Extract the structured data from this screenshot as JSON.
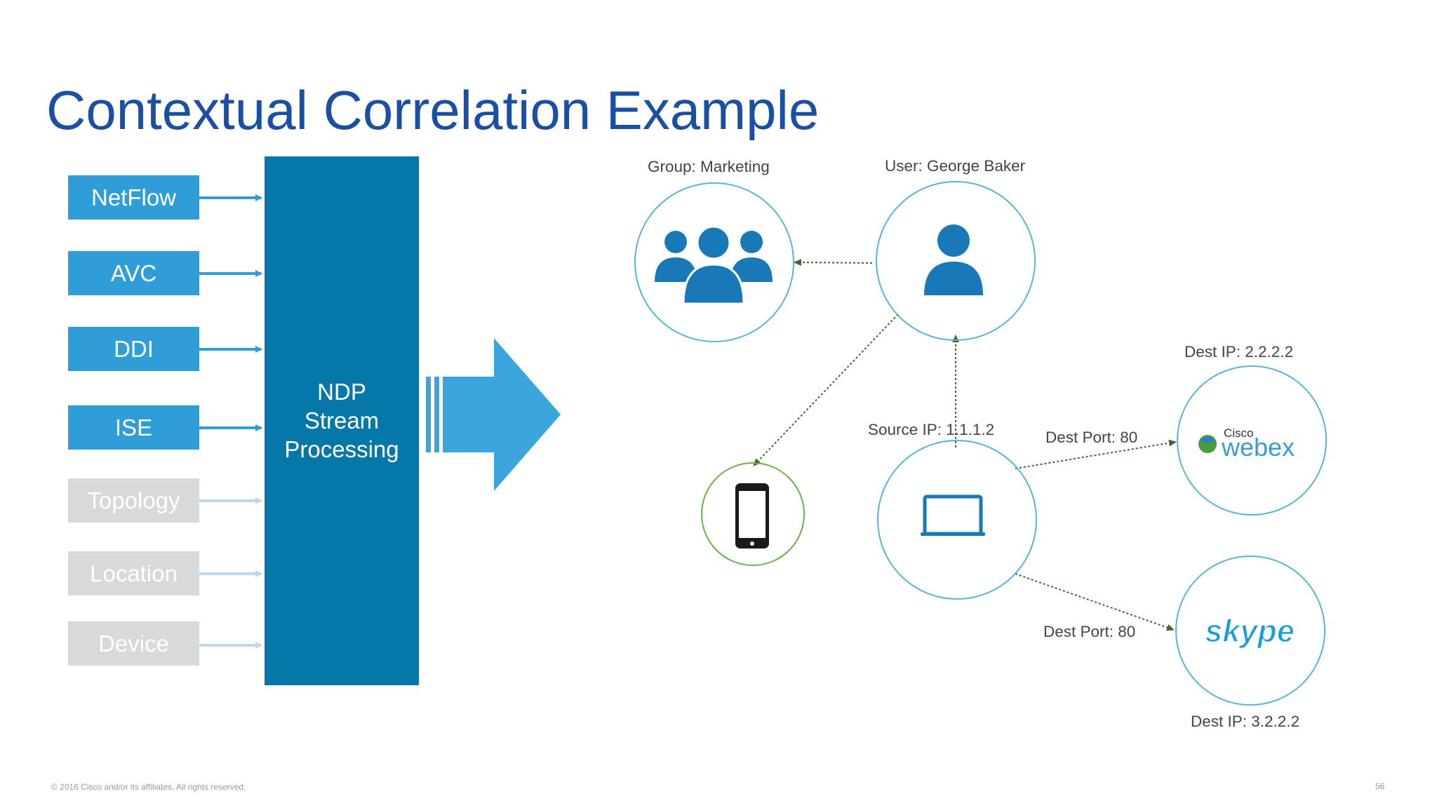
{
  "slide": {
    "title": "Contextual Correlation Example",
    "footer": "© 2016 Cisco and/or its affiliates. All rights reserved.",
    "page_number": "56"
  },
  "inputs": [
    {
      "label": "NetFlow",
      "active": true
    },
    {
      "label": "AVC",
      "active": true
    },
    {
      "label": "DDI",
      "active": true
    },
    {
      "label": "ISE",
      "active": true
    },
    {
      "label": "Topology",
      "active": false
    },
    {
      "label": "Location",
      "active": false
    },
    {
      "label": "Device",
      "active": false
    }
  ],
  "ndp": {
    "line1": "NDP",
    "line2": "Stream",
    "line3": "Processing"
  },
  "nodes": {
    "group": {
      "label": "Group: Marketing",
      "icon": "group-users-icon"
    },
    "user": {
      "label": "User: George Baker",
      "icon": "user-icon"
    },
    "phone": {
      "icon": "smartphone-icon"
    },
    "laptop": {
      "label": "Source IP: 1.1.1.2",
      "icon": "laptop-icon"
    },
    "webex": {
      "label": "Dest IP: 2.2.2.2",
      "port": "Dest Port: 80",
      "logo_small": "Cisco",
      "logo_main": "webex"
    },
    "skype": {
      "label": "Dest IP: 3.2.2.2",
      "port": "Dest Port: 80",
      "logo_main": "skype"
    }
  },
  "colors": {
    "title": "#1a4fa6",
    "input_active": "#2f9ed8",
    "input_inactive": "#d9d9d9",
    "ndp": "#0677a9",
    "big_arrow": "#3aa6dc",
    "node_circle": "#5bb3d9",
    "phone_circle": "#6ab04c",
    "dotted_line": "#3d6b2e"
  }
}
